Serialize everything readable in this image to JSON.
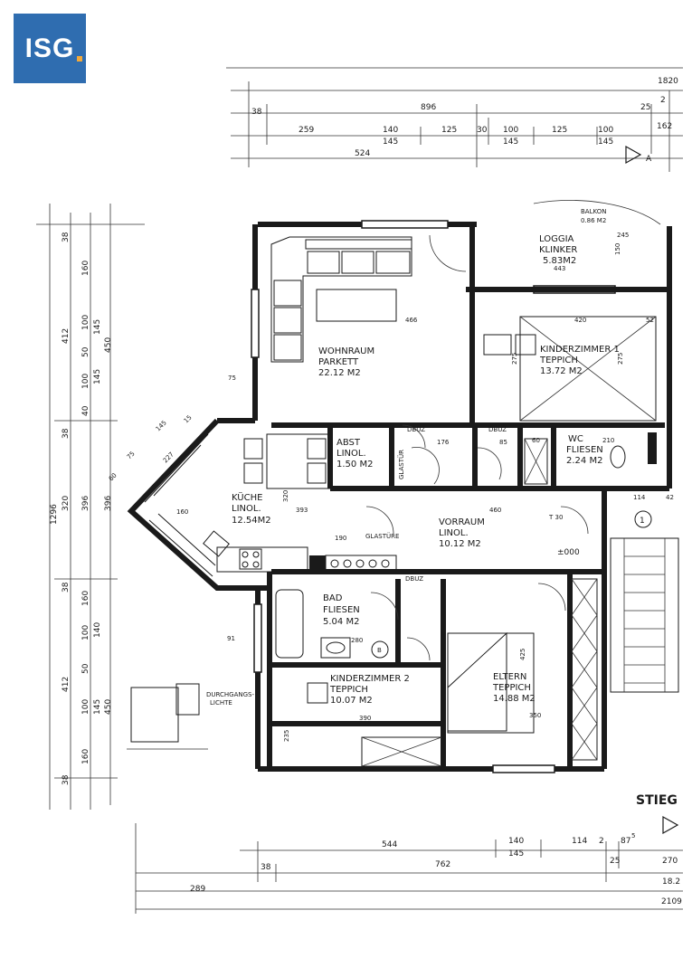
{
  "logo": {
    "text": "ISG"
  },
  "rooms": {
    "wohnraum": {
      "name": "WOHNRAUM",
      "floor": "PARKETT",
      "area": "22.12 M2"
    },
    "loggia": {
      "name": "LOGGIA",
      "floor": "KLINKER",
      "area": "5.83M2",
      "dim": "443"
    },
    "balkon": {
      "name": "BALKON",
      "area": "0.86 M2"
    },
    "kinder1": {
      "name": "KINDERZIMMER 1",
      "floor": "TEPPICH",
      "area": "13.72 M2"
    },
    "abst": {
      "name": "ABST",
      "floor": "LINOL.",
      "area": "1.50 M2"
    },
    "wc": {
      "name": "WC",
      "floor": "FLIESEN",
      "area": "2.24 M2"
    },
    "kueche": {
      "name": "KÜCHE",
      "floor": "LINOL.",
      "area": "12.54M2"
    },
    "vorraum": {
      "name": "VORRAUM",
      "floor": "LINOL.",
      "area": "10.12 M2"
    },
    "bad": {
      "name": "BAD",
      "floor": "FLIESEN",
      "area": "5.04 M2"
    },
    "kinder2": {
      "name": "KINDERZIMMER 2",
      "floor": "TEPPICH",
      "area": "10.07 M2"
    },
    "eltern": {
      "name": "ELTERN",
      "floor": "TEPPICH",
      "area": "14.88 M2"
    }
  },
  "labels": {
    "dbuz1": "DBUZ",
    "dbuz2": "DBUZ",
    "dbuz3": "DBUZ",
    "glastuer1": "GLASTÜR",
    "glastuer2": "GLASTÜRE",
    "durchgang": "DURCHGANGS-",
    "lichte": "LICHTE",
    "stieg": "STIEG",
    "section": "A",
    "level": "±000",
    "circle": "1",
    "t30": "T 30"
  },
  "dims_top": {
    "total": "1820",
    "d896": "896",
    "d38": "38",
    "d259": "259",
    "d140": "140",
    "d145a": "145",
    "d125a": "125",
    "d30": "30",
    "d100a": "100",
    "d145b": "145",
    "d125b": "125",
    "d100b": "100",
    "d145c": "145",
    "d524": "524",
    "d25": "25",
    "d162": "162",
    "d2": "2"
  },
  "dims_bottom": {
    "d544": "544",
    "d140": "140",
    "d145": "145",
    "d114": "114",
    "d2": "2",
    "d875": "87",
    "d5": "5",
    "d38": "38",
    "d762": "762",
    "d25": "25",
    "d270": "270",
    "d289": "289",
    "d182": "18.2",
    "d2109": "2109"
  },
  "dims_left": {
    "d1296": "1296",
    "d412a": "412",
    "d38a": "38",
    "d160a": "160",
    "d100a": "100",
    "d50a": "50",
    "d100b": "100",
    "d40": "40",
    "d145a": "145",
    "d450a": "450",
    "d38b": "38",
    "d320": "320",
    "d396a": "396",
    "d396b": "396",
    "d38c": "38",
    "d412b": "412",
    "d160b": "160",
    "d100c": "100",
    "d140": "140",
    "d145b": "145",
    "d50b": "50",
    "d100d": "100",
    "d145c": "145",
    "d450b": "450",
    "d38d": "38"
  },
  "dims_inner": {
    "d466": "466",
    "d420": "420",
    "d52": "52",
    "d393": "393",
    "d460": "460",
    "d390": "390",
    "d350": "350",
    "d280": "280",
    "d176": "176",
    "d85": "85",
    "d60": "60",
    "d210": "210",
    "d114": "114",
    "d42": "42",
    "d75": "75",
    "d91": "91",
    "d190": "190",
    "d160": "160",
    "d320": "320",
    "d275a": "275",
    "d275b": "275",
    "d235": "235",
    "d425": "425",
    "d150": "150",
    "d245": "245",
    "d227": "227",
    "d145": "145",
    "d15": "15",
    "d60b": "60",
    "d75b": "75"
  }
}
